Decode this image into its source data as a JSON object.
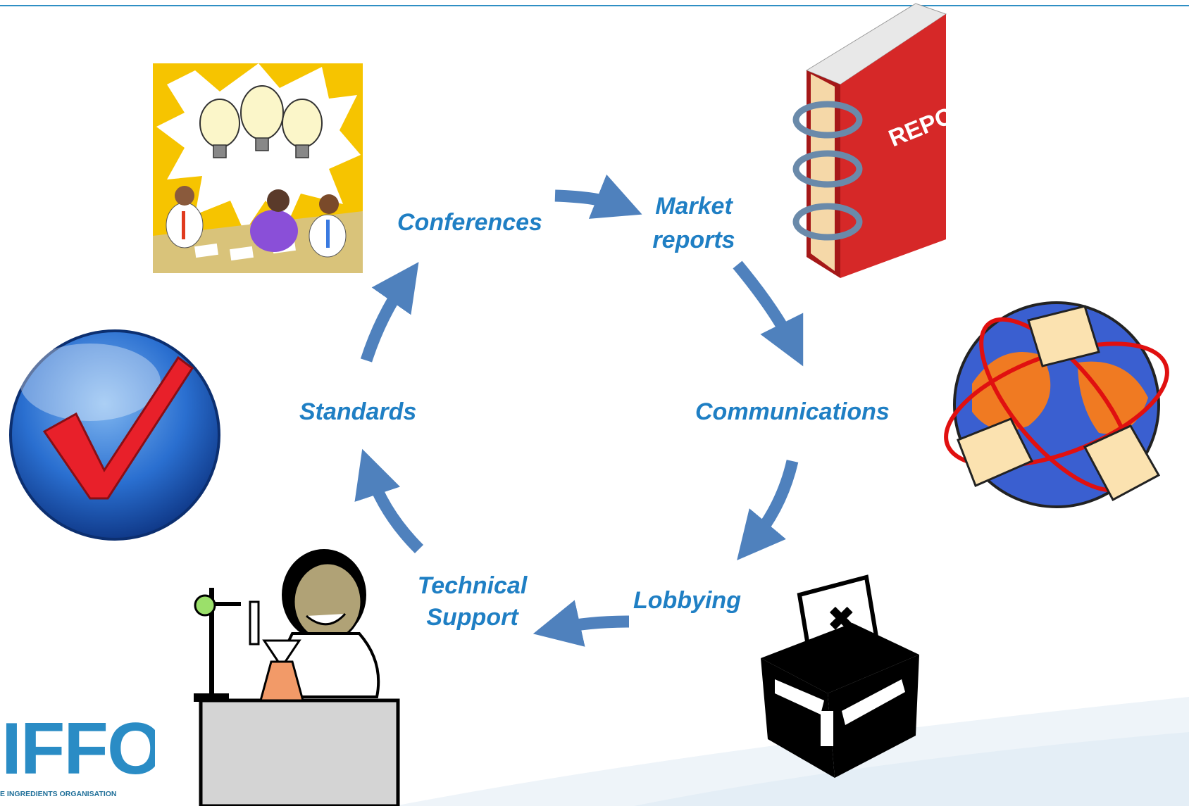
{
  "diagram": {
    "nodes": {
      "conferences": "Conferences",
      "market_reports": [
        "Market",
        "reports"
      ],
      "communications": "Communications",
      "lobbying": "Lobbying",
      "technical_support": [
        "Technical",
        "Support"
      ],
      "standards": "Standards"
    },
    "arrow_color": "#4f81bd",
    "label_color": "#1f7fc4"
  },
  "images": {
    "report_book_text": "REPORT"
  },
  "logo": {
    "text": "IFFO",
    "tagline": "E INGREDIENTS ORGANISATION"
  },
  "colors": {
    "accent": "#2f8fc4",
    "logo": "#2a8cc5"
  }
}
